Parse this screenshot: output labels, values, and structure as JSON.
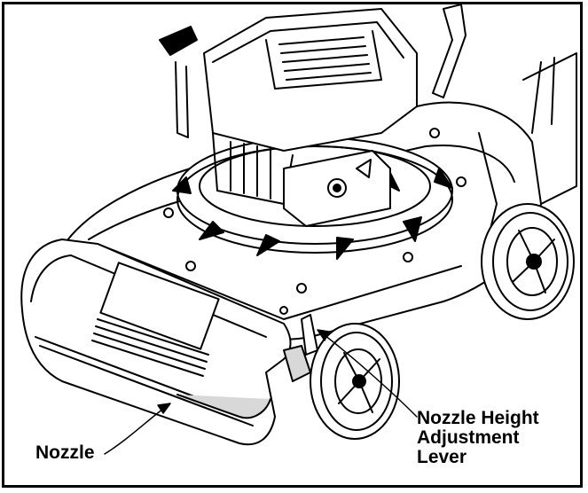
{
  "labels": {
    "nozzle": "Nozzle",
    "lever_line1": "Nozzle Height",
    "lever_line2": "Adjustment",
    "lever_line3": "Lever"
  },
  "colors": {
    "ink": "#000000",
    "paper": "#ffffff",
    "shade": "#d8d8d8"
  }
}
